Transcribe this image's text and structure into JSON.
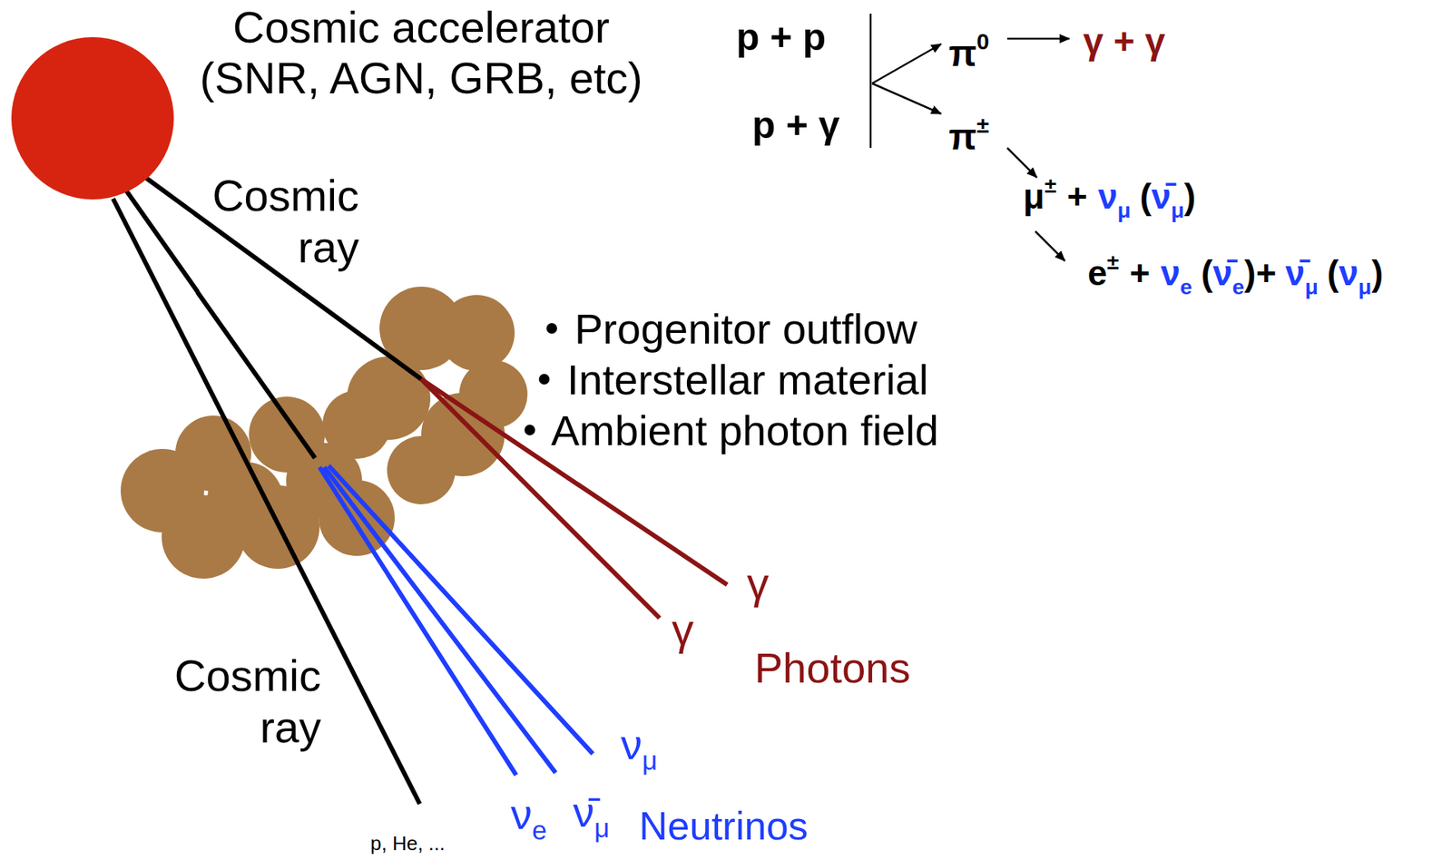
{
  "diagram": {
    "nodes": [
      {
        "text": [
          "Cosmic accelerator (SNR, AGN, GRB, etc)"
        ]
      },
      {
        "text": [
          "Progenitor outflow",
          "Interstellar material",
          "Ambient photon field"
        ]
      }
    ],
    "edges": [
      {
        "from": 0,
        "to": 1,
        "arrow": "none"
      },
      {
        "from": 0,
        "to": 1,
        "arrow": "none"
      }
    ],
    "labels": [
      "p + p",
      "p + γ",
      "π",
      "0",
      "γ + γ",
      "π",
      "±",
      "μ",
      "±",
      "+",
      "ν",
      "μ",
      "(",
      "ν̄",
      "μ",
      ")",
      "e",
      "±",
      "+",
      "ν",
      "e",
      "(",
      "ν̄",
      "e",
      ")+",
      "ν̄",
      "μ",
      "(",
      "ν",
      "μ",
      ")",
      "Cosmic ray",
      "Cosmic ray",
      "p, He, ...",
      "γ",
      "γ",
      "Photons",
      "ν",
      "μ",
      "ν",
      "e",
      "ν̄",
      "μ",
      "Neutrinos"
    ]
  }
}
